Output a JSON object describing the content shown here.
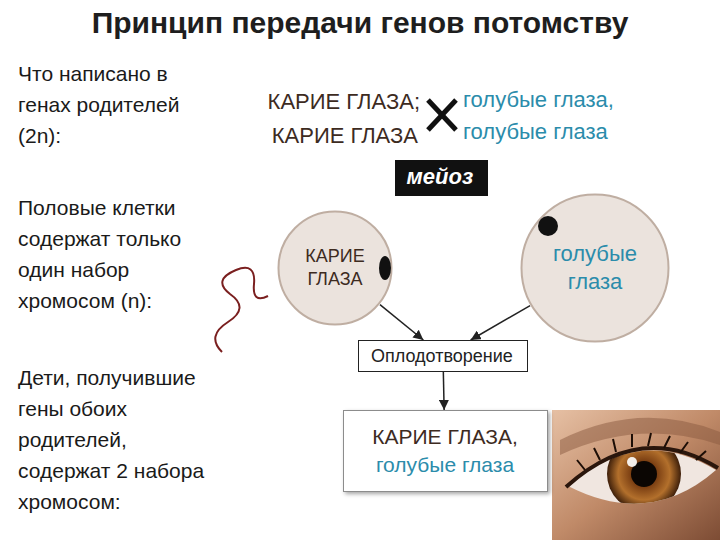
{
  "diagram": {
    "title": "Принцип передачи генов потомству",
    "nodes": [
      {
        "text": [
          "мейоз"
        ]
      },
      {
        "text": [
          "КАРИЕ ГЛАЗА"
        ]
      },
      {
        "text": [
          "голубые глаза"
        ]
      },
      {
        "text": [
          "Оплодотворение"
        ]
      },
      {
        "text": [
          "КАРИЕ ГЛАЗА,",
          "голубые глаза"
        ]
      }
    ],
    "edges": [
      {
        "from": 1,
        "to": 3,
        "arrow": "to"
      },
      {
        "from": 2,
        "to": 3,
        "arrow": "to"
      },
      {
        "from": 3,
        "to": 4,
        "arrow": "to"
      }
    ],
    "labels": [
      "Что написано в генах родителей (2n):",
      "КАРИЕ ГЛАЗА;",
      "КАРИЕ ГЛАЗА",
      "голубые глаза,",
      "голубые глаза",
      "Половые клетки содержат только один набор хромосом (n):",
      "Дети, получившие гены обоих родителей, содержат 2 набора хромосом:"
    ]
  }
}
